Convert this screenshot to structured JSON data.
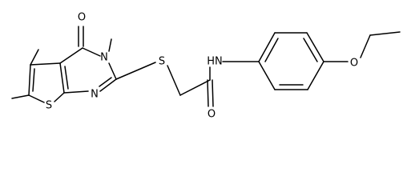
{
  "atoms": {
    "o_carbonyl_ring": "O",
    "n_ring_methyl": "N",
    "n_ring": "N",
    "s_thiophene": "S",
    "s_thioether": "S",
    "nh_amide": "HN",
    "o_amide": "O",
    "o_ether": "O"
  }
}
